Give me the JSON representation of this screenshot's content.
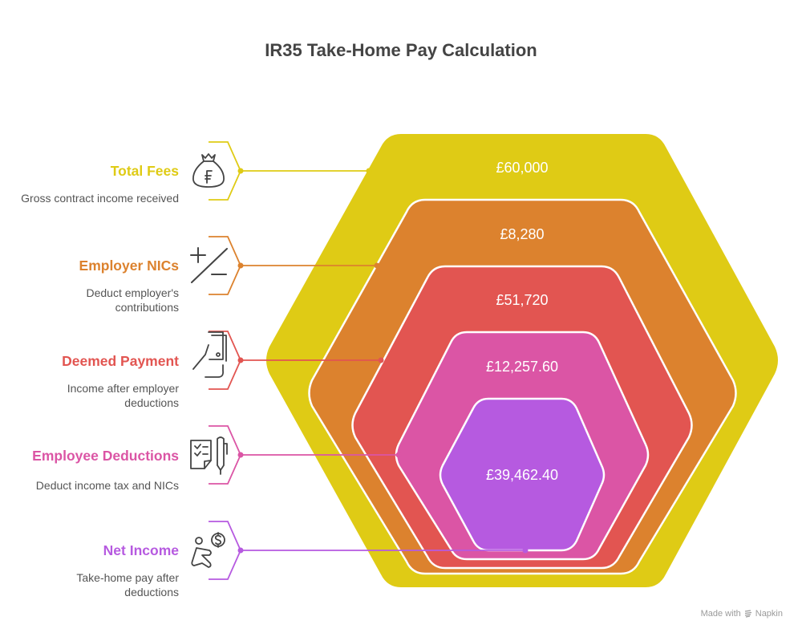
{
  "title": "IR35 Take-Home Pay Calculation",
  "layers": [
    {
      "label": "Total Fees",
      "description": "Gross contract income received",
      "value": "£60,000",
      "color": "#DFCB15",
      "icon": "money-bag-icon"
    },
    {
      "label": "Employer NICs",
      "description": "Deduct employer's contributions",
      "value": "£8,280",
      "color": "#DC822E",
      "icon": "plus-minus-icon"
    },
    {
      "label": "Deemed Payment",
      "description": "Income after employer deductions",
      "value": "£51,720",
      "color": "#E25551",
      "icon": "hand-with-cash-icon"
    },
    {
      "label": "Employee Deductions",
      "description": "Deduct income tax and NICs",
      "value": "£12,257.60",
      "color": "#DB55A5",
      "icon": "checklist-pen-icon"
    },
    {
      "label": "Net Income",
      "description": "Take-home pay after deductions",
      "value": "£39,462.40",
      "color": "#B65AE0",
      "icon": "person-with-coin-icon"
    }
  ],
  "footer": {
    "made_with": "Made with",
    "brand": "Napkin"
  }
}
